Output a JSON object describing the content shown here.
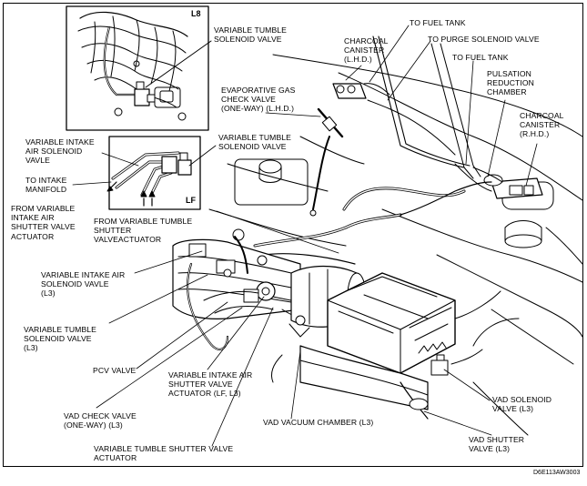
{
  "inset_tags": {
    "l8": "L8",
    "lf": "LF"
  },
  "labels": {
    "to_fuel_tank_1": "TO FUEL TANK",
    "charcoal_canister_lhd": "CHARCOAL\nCANISTER\n(L.H.D.)",
    "to_purge_solenoid_valve": "TO PURGE SOLENOID VALVE",
    "to_fuel_tank_2": "TO FUEL TANK",
    "variable_tumble_solenoid_valve_l8": "VARIABLE TUMBLE\nSOLENOID VALVE",
    "pulsation_reduction_chamber": "PULSATION\nREDUCTION\nCHAMBER",
    "evaporative_gas_check_valve": "EVAPORATIVE GAS\nCHECK VALVE\n(ONE-WAY) (L.H.D.)",
    "charcoal_canister_rhd": "CHARCOAL\nCANISTER\n(R.H.D.)",
    "variable_intake_air_solenoid_valve_lf": "VARIABLE INTAKE\nAIR SOLENOID\nVAVLE",
    "variable_tumble_solenoid_valve_lf": "VARIABLE TUMBLE\nSOLENOID VALVE",
    "to_intake_manifold": "TO INTAKE\nMANIFOLD",
    "from_variable_intake_air_shutter_valve_actuator": "FROM VARIABLE\nINTAKE AIR\nSHUTTER VALVE\nACTUATOR",
    "from_variable_tumble_shutter_valve_actuator": "FROM VARIABLE TUMBLE\nSHUTTER\nVALVEACTUATOR",
    "variable_intake_air_solenoid_valve_l3": "VARIABLE INTAKE AIR\nSOLENOID VAVLE\n(L3)",
    "variable_tumble_solenoid_valve_l3": "VARIABLE TUMBLE\nSOLENOID VALVE\n(L3)",
    "pcv_valve": "PCV VALVE",
    "variable_intake_air_shutter_valve_actuator": "VARIABLE INTAKE AIR\nSHUTTER VALVE\nACTUATOR (LF, L3)",
    "vad_check_valve": "VAD CHECK VALVE\n(ONE-WAY) (L3)",
    "vad_vacuum_chamber": "VAD VACUUM CHAMBER (L3)",
    "vad_solenoid_valve": "VAD SOLENOID\nVALVE (L3)",
    "vad_shutter_valve": "VAD SHUTTER\nVALVE (L3)",
    "variable_tumble_shutter_valve_actuator": "VARIABLE TUMBLE SHUTTER VALVE\nACTUATOR"
  },
  "figure_code": "D6E113AW3003"
}
